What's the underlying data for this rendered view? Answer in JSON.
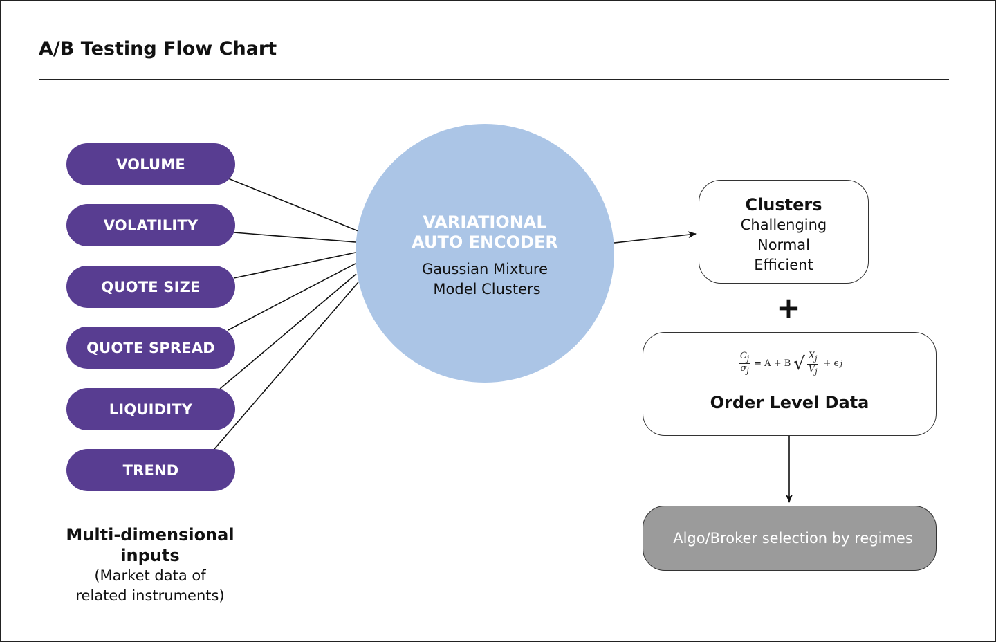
{
  "title": "A/B Testing Flow Chart",
  "inputs": {
    "items": [
      "VOLUME",
      "VOLATILITY",
      "QUOTE SIZE",
      "QUOTE SPREAD",
      "LIQUIDITY",
      "TREND"
    ],
    "caption_title_line1": "Multi-dimensional",
    "caption_title_line2": "inputs",
    "caption_sub_line1": "(Market data of",
    "caption_sub_line2": "related instruments)"
  },
  "vae": {
    "title_line1": "VARIATIONAL",
    "title_line2": "AUTO ENCODER",
    "sub_line1": "Gaussian Mixture",
    "sub_line2": "Model Clusters"
  },
  "clusters": {
    "title": "Clusters",
    "lines": [
      "Challenging",
      "Normal",
      "Efficient"
    ]
  },
  "plus": "+",
  "order": {
    "formula": {
      "lhs_num": "C",
      "lhs_num_sub": "j",
      "lhs_den": "σ",
      "lhs_den_sub": "j",
      "rhs_a": "= A + B",
      "sqrt_num": "X",
      "sqrt_num_sub": "j",
      "sqrt_den": "V",
      "sqrt_den_sub": "j",
      "rhs_end": "+ ϵ",
      "rhs_end_sub": "j"
    },
    "title": "Order Level Data"
  },
  "algo": {
    "label": "Algo/Broker selection by regimes"
  },
  "colors": {
    "pill": "#583d91",
    "circle": "#abc5e6",
    "algo_box": "#9b9b9b"
  }
}
